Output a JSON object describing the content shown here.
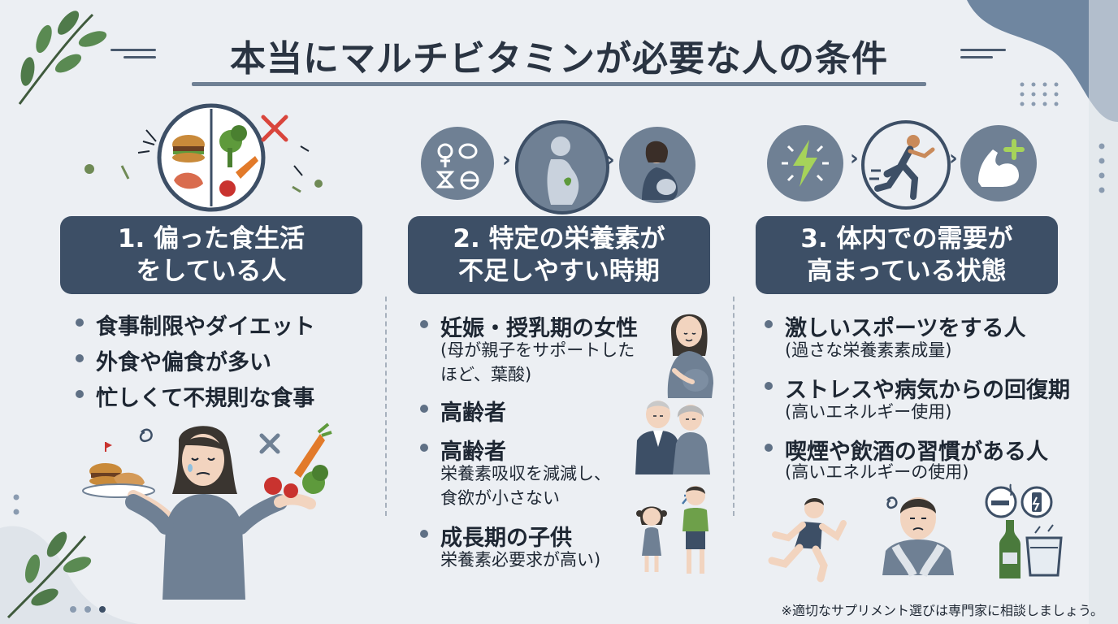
{
  "title": "本当にマルチビタミンが必要な人の条件",
  "columns": [
    {
      "heading_line1": "1. 偏った食生活",
      "heading_line2": "をしている人",
      "bullets": [
        "食事制限やダイエット",
        "外食や偏食が多い",
        "忙しくて不規則な食事"
      ]
    },
    {
      "heading_line1": "2. 特定の栄養素が",
      "heading_line2": "不足しやすい時期",
      "items": [
        {
          "label": "妊娠・授乳期の女性",
          "note1": "(母が親子をサポートした",
          "note2": "ほど、葉酸)"
        },
        {
          "label": "高齢者"
        },
        {
          "label": "高齢者",
          "note1": "栄養素吸収を減減し、",
          "note2": "食欲が小さない"
        },
        {
          "label": "成長期の子供",
          "note1": "栄養素必要求が高い)"
        }
      ]
    },
    {
      "heading_line1": "3. 体内での需要が",
      "heading_line2": "高まっている状態",
      "items": [
        {
          "label": "激しいスポーツをする人",
          "note1": "(過さな栄養素素成量)"
        },
        {
          "label": "ストレスや病気からの回復期",
          "note1": "(高いエネルギー使用)"
        },
        {
          "label": "喫煙や飲酒の習慣がある人",
          "note1": "(高いエネルギーの使用)"
        }
      ]
    }
  ],
  "arrow_glyph": "›",
  "icons": [
    "plate-icon",
    "cross-icon",
    "hormone-icons",
    "pregnant-silhouette-icon",
    "pregnant-woman-icon",
    "lightning-icon",
    "runner-icon",
    "muscle-plus-icon",
    "stressed-woman-icon",
    "elderly-couple-icon",
    "children-icon",
    "runner-man-icon",
    "tired-man-icon",
    "smoking-drinking-icon"
  ],
  "footnote": "※適切なサプリメント選びは専門家に相談しましょう。",
  "colors": {
    "background": "#eceff3",
    "heading_bg": "#3d4f66",
    "accent": "#6f8094",
    "leaf": "#4f7a4a"
  }
}
